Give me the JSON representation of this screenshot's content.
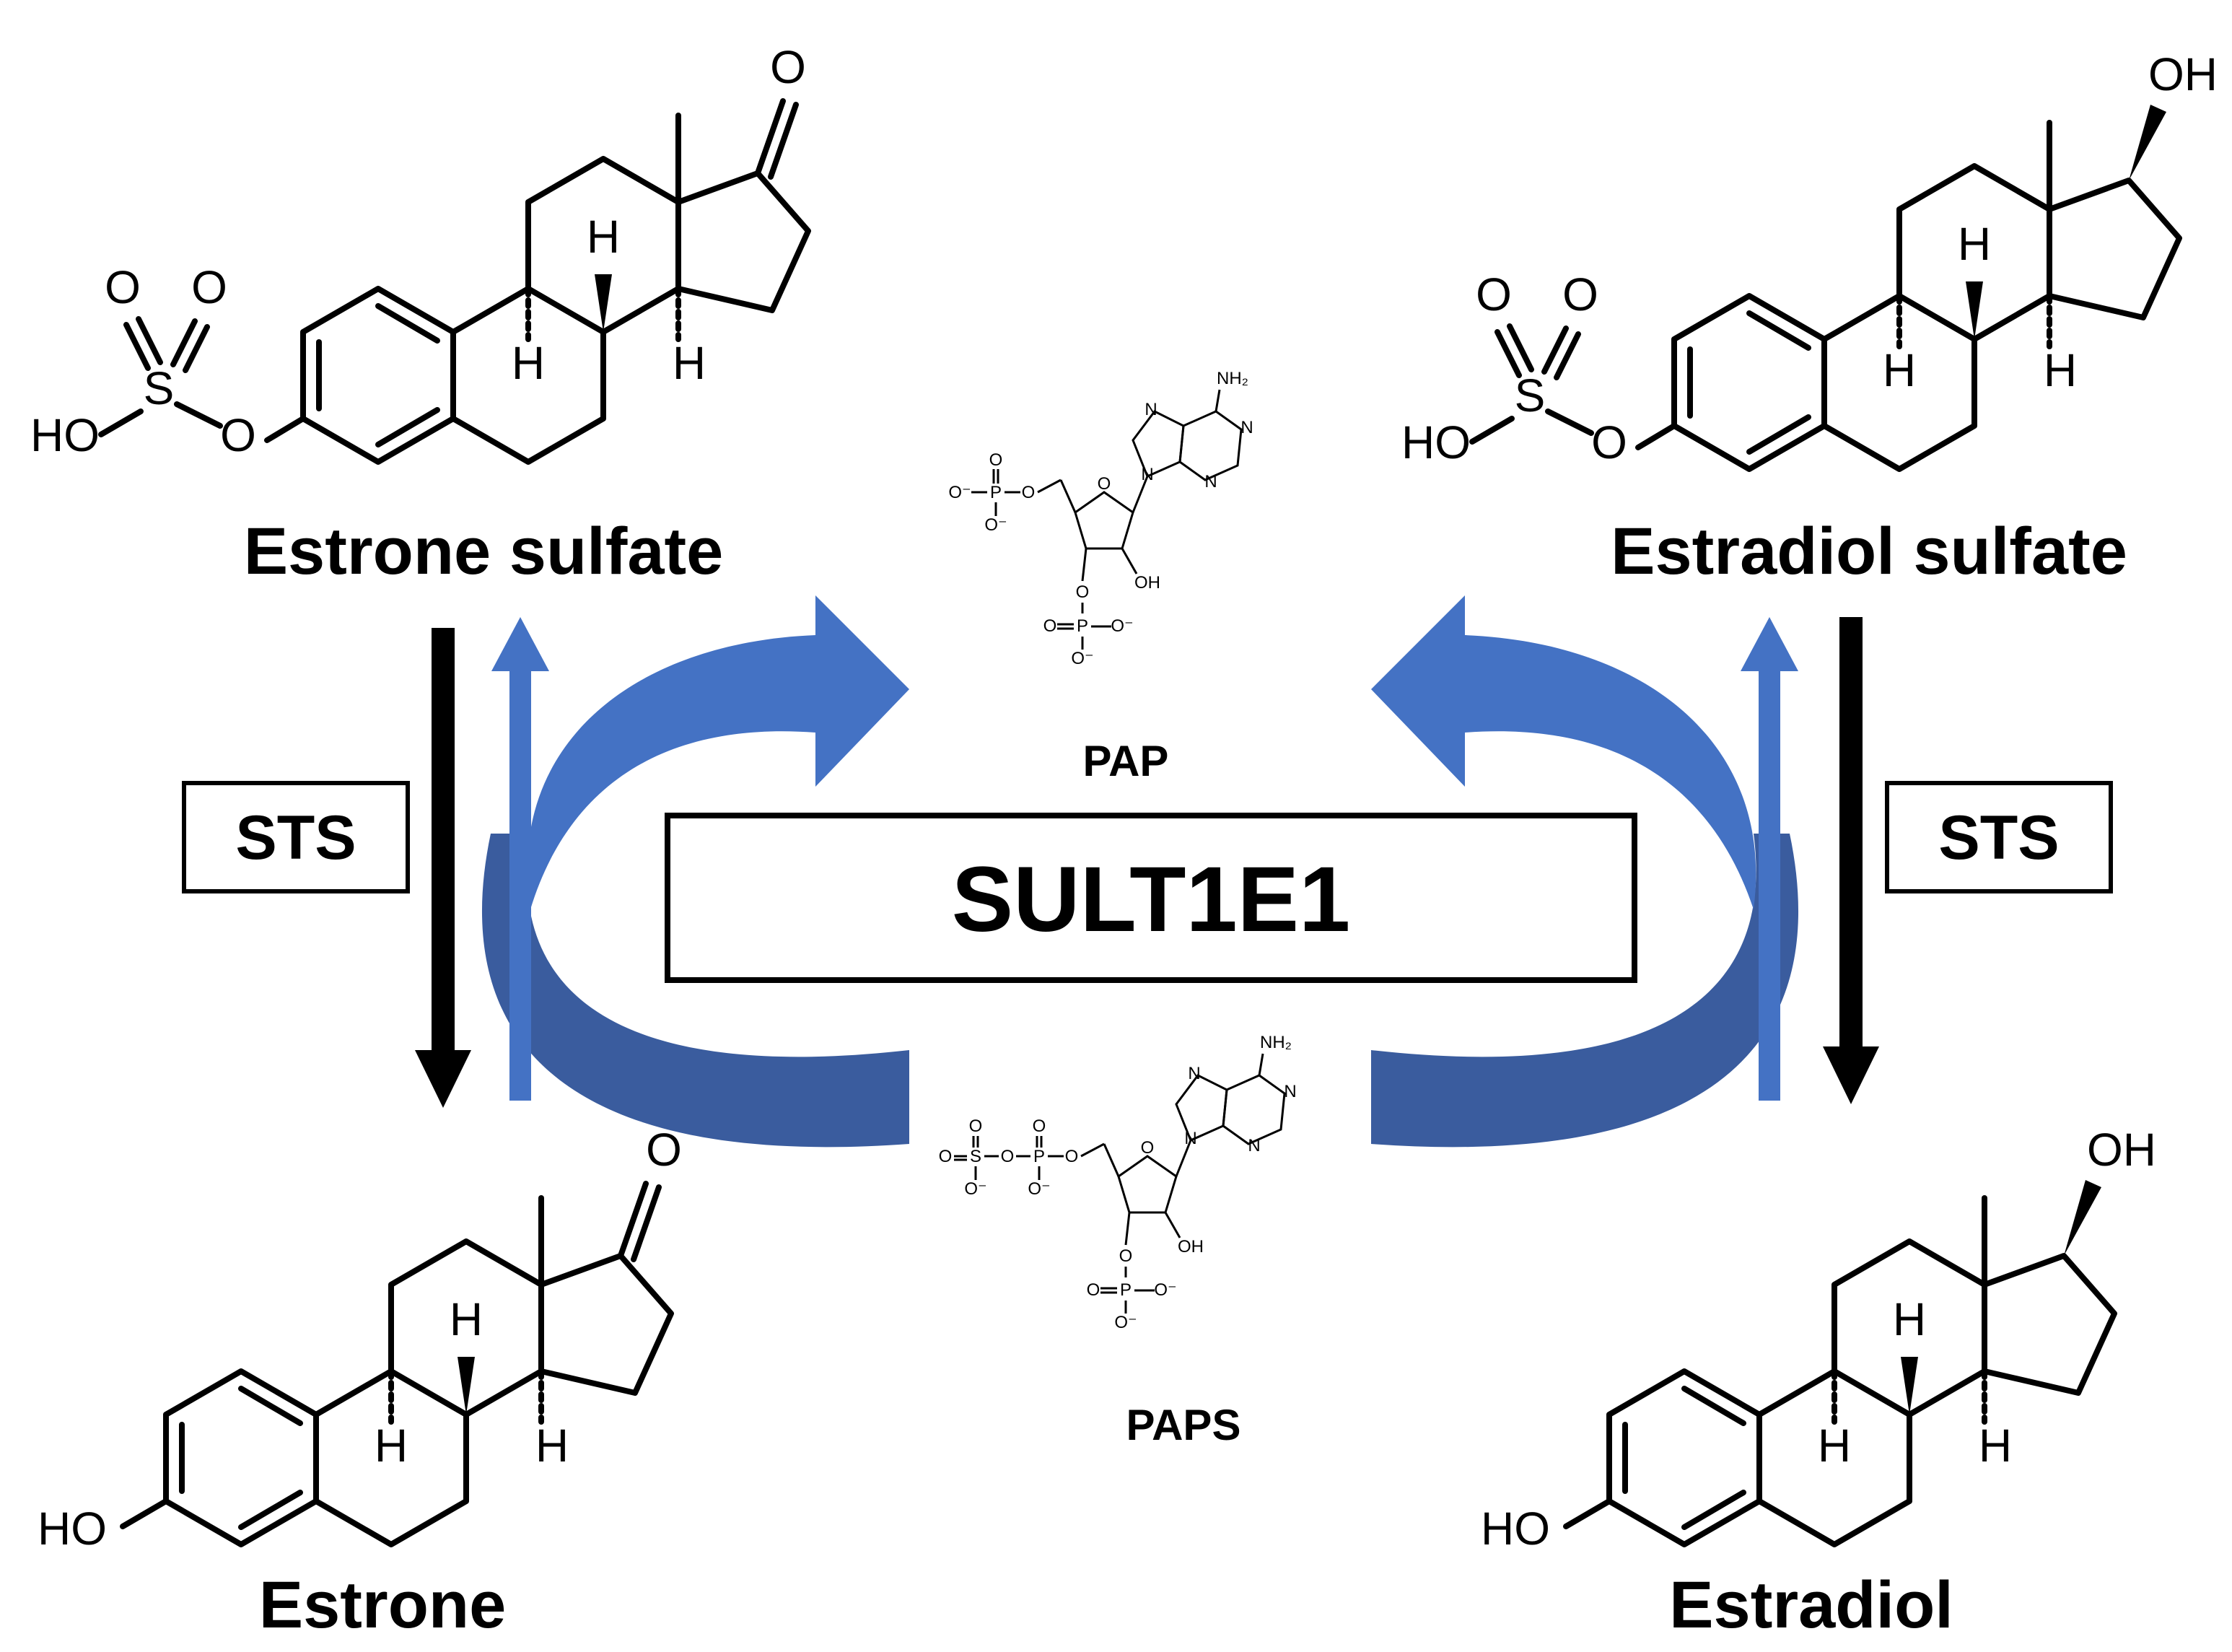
{
  "compounds": {
    "estrone_sulfate": "Estrone sulfate",
    "estradiol_sulfate": "Estradiol sulfate",
    "estrone": "Estrone",
    "estradiol": "Estradiol"
  },
  "enzymes": {
    "main": "SULT1E1",
    "left_sts": "STS",
    "right_sts": "STS"
  },
  "cofactors": {
    "product": "PAP",
    "donor": "PAPS"
  },
  "atoms": {
    "oxygen": "O",
    "hydroxyl": "OH",
    "hydroxyl_left": "HO",
    "sulfur": "S",
    "hydrogen": "H",
    "phosphorus": "P",
    "amine": "NH₂",
    "nitrogen": "N",
    "ring_oxygen": "O",
    "oxide": "O⁻"
  },
  "colors": {
    "sult_arrow": "#4472C4",
    "sult_arrow_dark": "#3A5C9E",
    "sts_arrow": "#000000",
    "text": "#000000"
  }
}
